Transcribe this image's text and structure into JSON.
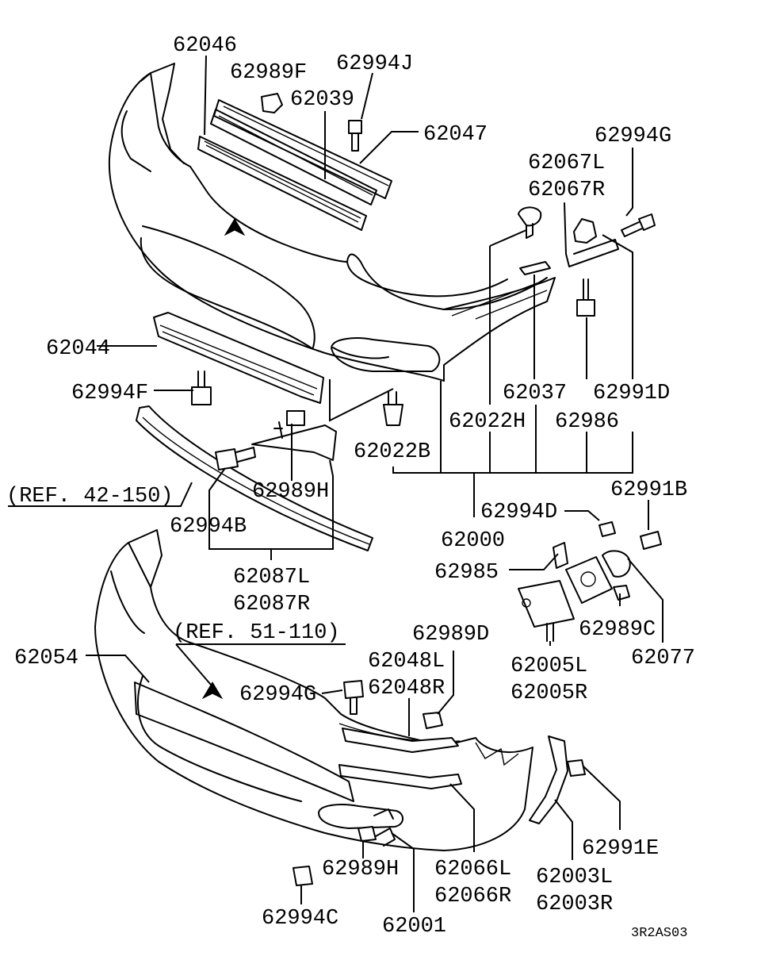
{
  "diagram_code": "3R2AS03",
  "references": {
    "ref_upper": "(REF. 42-150)",
    "ref_lower": "(REF. 51-110)"
  },
  "labels": {
    "p62046": "62046",
    "p62989F": "62989F",
    "p62994J": "62994J",
    "p62039": "62039",
    "p62047": "62047",
    "p62994G_top": "62994G",
    "p62067L": "62067L",
    "p62067R": "62067R",
    "p62044": "62044",
    "p62994F": "62994F",
    "p62037": "62037",
    "p62991D": "62991D",
    "p62022H": "62022H",
    "p62986": "62986",
    "p62022B": "62022B",
    "p62989H_top": "62989H",
    "p62991B": "62991B",
    "p62994D": "62994D",
    "p62994B": "62994B",
    "p62000": "62000",
    "p62985": "62985",
    "p62087L": "62087L",
    "p62087R": "62087R",
    "p62989D": "62989D",
    "p62989C": "62989C",
    "p62054": "62054",
    "p62048L": "62048L",
    "p62048R": "62048R",
    "p62005L": "62005L",
    "p62077": "62077",
    "p62005R": "62005R",
    "p62994G_bottom": "62994G",
    "p62991E": "62991E",
    "p62989H_bottom": "62989H",
    "p62066L": "62066L",
    "p62003L": "62003L",
    "p62066R": "62066R",
    "p62003R": "62003R",
    "p62994C": "62994C",
    "p62001": "62001"
  }
}
